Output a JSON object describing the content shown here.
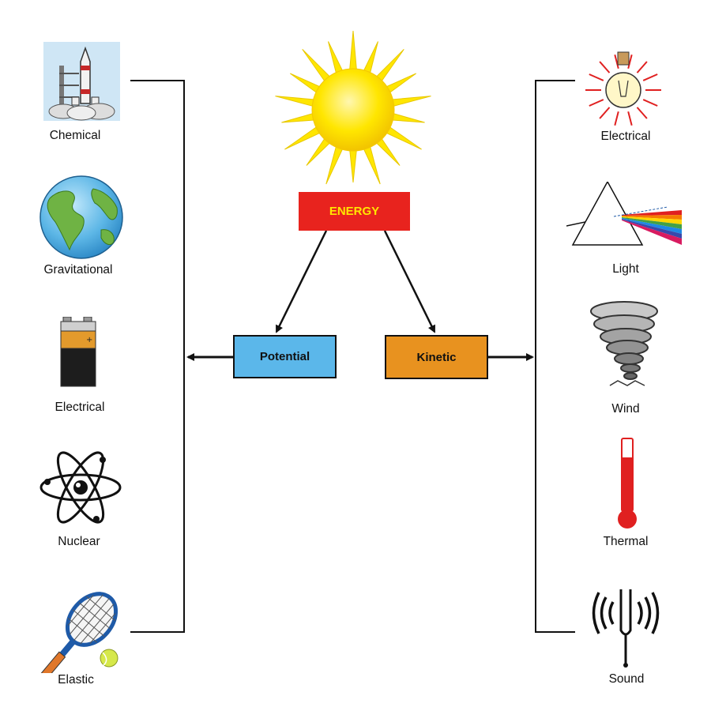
{
  "energy": {
    "label": "ENERGY",
    "color": "#e8231e",
    "text_color": "#ffe600"
  },
  "potential": {
    "label": "Potential",
    "color": "#5bb7ea",
    "items": [
      "Chemical",
      "Gravitational",
      "Electrical",
      "Nuclear",
      "Elastic"
    ]
  },
  "kinetic": {
    "label": "Kinetic",
    "color": "#e8921f",
    "items": [
      "Electrical",
      "Light",
      "Wind",
      "Thermal",
      "Sound"
    ]
  },
  "colors": {
    "sun": "#ffe600",
    "lines": "#111111"
  }
}
